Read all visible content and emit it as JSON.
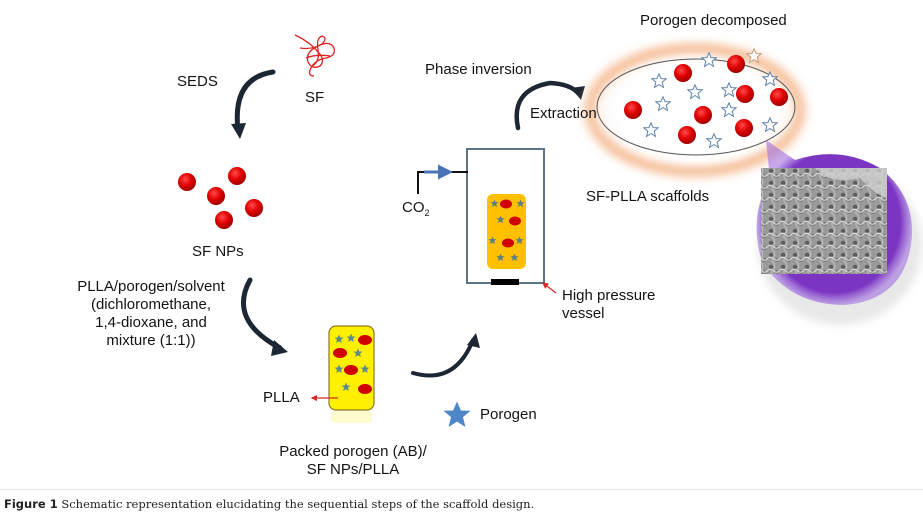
{
  "figure": {
    "caption_label": "Figure 1",
    "caption_text": " Schematic representation elucidating the sequential steps of the scaffold design."
  },
  "steps": {
    "seds": "SEDS",
    "sf": "SF",
    "sf_nps": "SF NPs",
    "solvent_lines": [
      "PLLA/porogen/solvent",
      "(dichloromethane,",
      "1,4-dioxane, and",
      "mixture (1:1))"
    ],
    "plla": "PLLA",
    "packed_lines": [
      "Packed porogen (AB)/",
      "SF NPs/PLLA"
    ],
    "porogen_legend": "Porogen",
    "co2_main": "CO",
    "co2_sub": "2",
    "vessel_lines": [
      "High pressure",
      "vessel"
    ],
    "phase_inversion": "Phase inversion",
    "extraction": "Extraction",
    "porogen_decomposed": "Porogen decomposed",
    "scaffolds": "SF-PLLA scaffolds"
  },
  "colors": {
    "particle_red": "#e00000",
    "porogen_star": "#5b7fa8",
    "legend_star": "#4f86c6",
    "packed_yellow": "#ffef00",
    "vessel_orange": "#ffc000",
    "vessel_frame": "#5c7386",
    "co2_arrow": "#4a72b8",
    "pointer_red": "#d42a2a",
    "halo_orange": "#f4b183",
    "bubble_purple": "#7030a0",
    "arrow_dark": "#1d2633"
  }
}
